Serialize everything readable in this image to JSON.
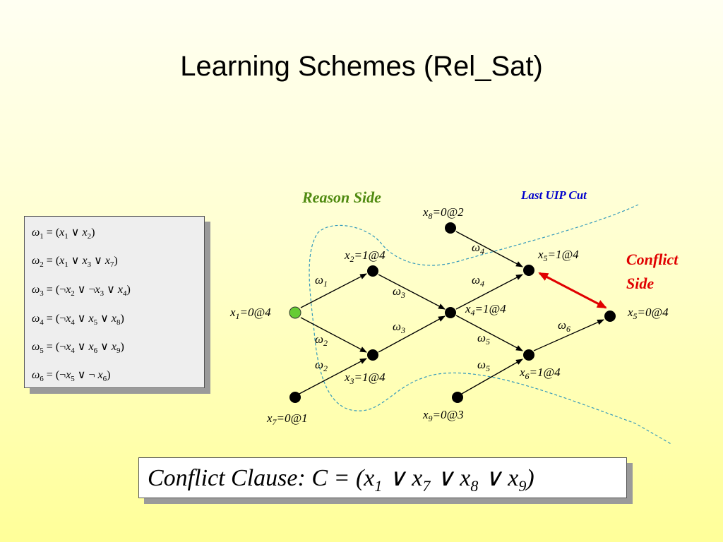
{
  "title": "Learning Schemes (Rel_Sat)",
  "clauses": [
    {
      "omega": "1",
      "expr": "(x1 ∨ x2)"
    },
    {
      "omega": "2",
      "expr": "(x1 ∨ x3 ∨ x7)"
    },
    {
      "omega": "3",
      "expr": "(¬x2 ∨ ¬x3 ∨ x4)"
    },
    {
      "omega": "4",
      "expr": "(¬x4 ∨ x5 ∨ x8)"
    },
    {
      "omega": "5",
      "expr": "(¬x4 ∨ x6 ∨ x9)"
    },
    {
      "omega": "6",
      "expr": "(¬x5 ∨ ¬ x6)"
    }
  ],
  "labels": {
    "reason_side": "Reason Side",
    "last_uip_cut": "Last UIP Cut",
    "conflict_side_1": "Conflict",
    "conflict_side_2": "Side"
  },
  "nodes": {
    "x1": {
      "var": "x",
      "sub": "1",
      "val": "=0@4"
    },
    "x2": {
      "var": "x",
      "sub": "2",
      "val": "=1@4"
    },
    "x3": {
      "var": "x",
      "sub": "3",
      "val": "=1@4"
    },
    "x4": {
      "var": "x",
      "sub": "4",
      "val": "=1@4"
    },
    "x5a": {
      "var": "x",
      "sub": "5",
      "val": "=1@4"
    },
    "x5b": {
      "var": "x",
      "sub": "5",
      "val": "=0@4"
    },
    "x6": {
      "var": "x",
      "sub": "6",
      "val": "=1@4"
    },
    "x7": {
      "var": "x",
      "sub": "7",
      "val": "=0@1"
    },
    "x8": {
      "var": "x",
      "sub": "8",
      "val": "=0@2"
    },
    "x9": {
      "var": "x",
      "sub": "9",
      "val": "=0@3"
    }
  },
  "edge_labels": {
    "w1": "1",
    "w2a": "2",
    "w2b": "2",
    "w3a": "3",
    "w3b": "3",
    "w4a": "4",
    "w4b": "4",
    "w5a": "5",
    "w5b": "5",
    "w6": "6"
  },
  "omega_symbol": "ω",
  "conflict_clause": {
    "prefix": "Conflict Clause: C = (",
    "terms": [
      {
        "var": "x",
        "sub": "1"
      },
      {
        "var": "x",
        "sub": "7"
      },
      {
        "var": "x",
        "sub": "8"
      },
      {
        "var": "x",
        "sub": "9"
      }
    ],
    "or": "∨",
    "suffix": ")"
  },
  "colors": {
    "reason_side": "#4f8a10",
    "conflict_side": "#e00000",
    "cut_label": "#0000cc",
    "cut_line": "#3399bb",
    "decision_node": "#66cc33",
    "node": "#000000"
  }
}
